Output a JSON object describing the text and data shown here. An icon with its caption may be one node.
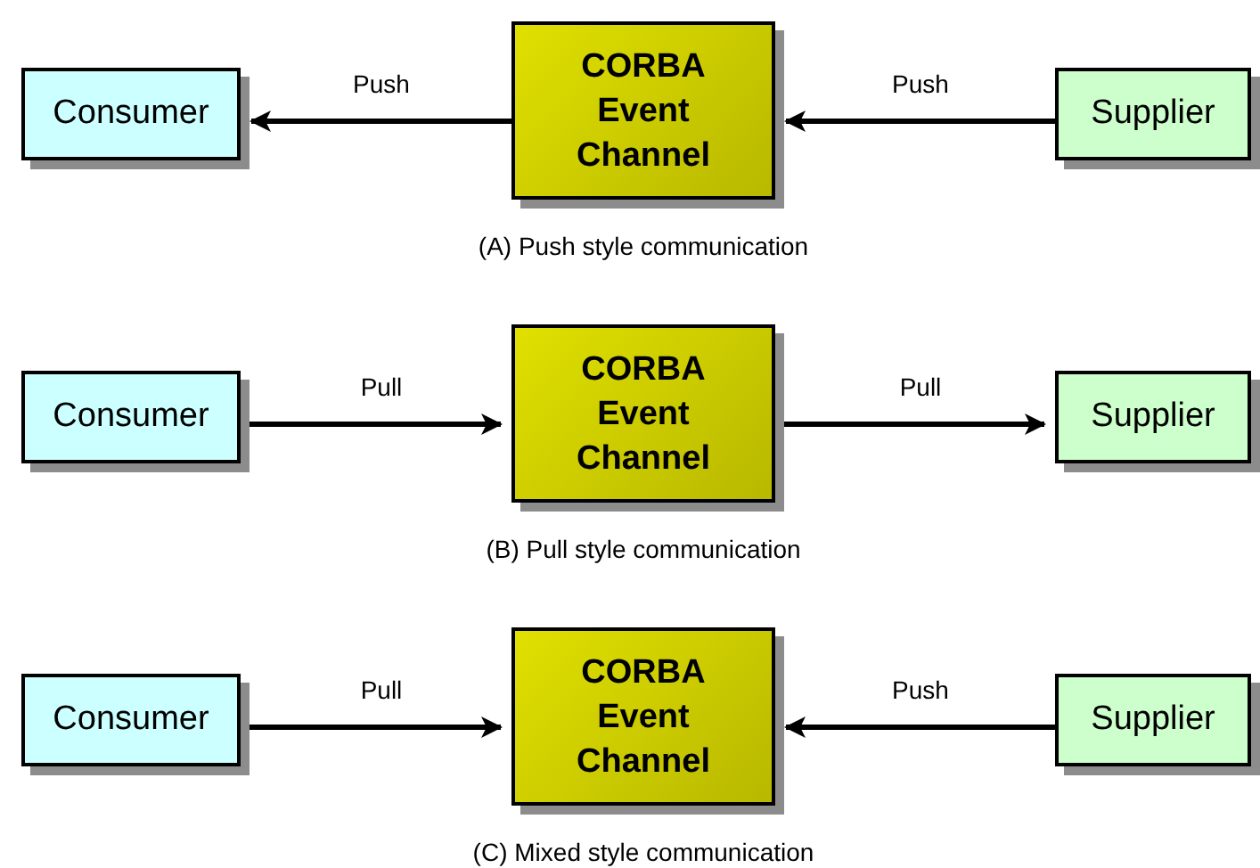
{
  "diagram": {
    "nodes": [
      {
        "text": [
          "Consumer"
        ]
      },
      {
        "text": [
          "CORBA Event Channel"
        ]
      },
      {
        "text": [
          "Supplier"
        ]
      },
      {
        "text": [
          "Consumer"
        ]
      },
      {
        "text": [
          "CORBA Event Channel"
        ]
      },
      {
        "text": [
          "Supplier"
        ]
      },
      {
        "text": [
          "Consumer"
        ]
      },
      {
        "text": [
          "CORBA Event Channel"
        ]
      },
      {
        "text": [
          "Supplier"
        ]
      }
    ],
    "edges": [
      {
        "from": 1,
        "to": 0,
        "arrow": "to",
        "label": "Push"
      },
      {
        "from": 2,
        "to": 1,
        "arrow": "to",
        "label": "Push"
      },
      {
        "from": 3,
        "to": 4,
        "arrow": "to",
        "label": "Pull"
      },
      {
        "from": 4,
        "to": 5,
        "arrow": "to",
        "label": "Pull"
      },
      {
        "from": 6,
        "to": 7,
        "arrow": "to",
        "label": "Pull"
      },
      {
        "from": 8,
        "to": 7,
        "arrow": "to",
        "label": "Push"
      }
    ],
    "labels": [
      "(A) Push style communication",
      "(B) Pull style communication",
      "(C) Mixed style communication"
    ]
  }
}
